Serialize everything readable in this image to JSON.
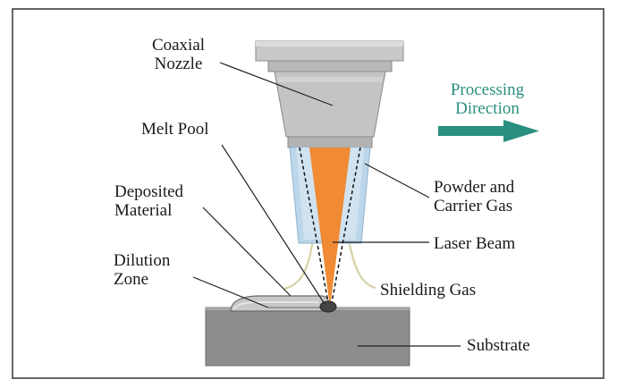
{
  "diagram": {
    "labels": {
      "coaxial_nozzle": [
        "Coaxial",
        "Nozzle"
      ],
      "melt_pool": "Melt Pool",
      "deposited_material": [
        "Deposited",
        "Material"
      ],
      "dilution_zone": [
        "Dilution",
        "Zone"
      ],
      "processing_direction": [
        "Processing",
        "Direction"
      ],
      "powder_gas": [
        "Powder and",
        "Carrier Gas"
      ],
      "laser_beam": "Laser Beam",
      "shielding_gas": "Shielding Gas",
      "substrate": "Substrate"
    },
    "colors": {
      "nozzle": "#c6c6c6",
      "nozzle_dark": "#a9a9a9",
      "laser": "#f08a34",
      "powder_gas": "#bcd6ea",
      "substrate": "#8d8d8d",
      "deposit": "#c8c8c8",
      "arrow": "#2a8f80",
      "shield_gas": "#d6d2a6"
    }
  }
}
